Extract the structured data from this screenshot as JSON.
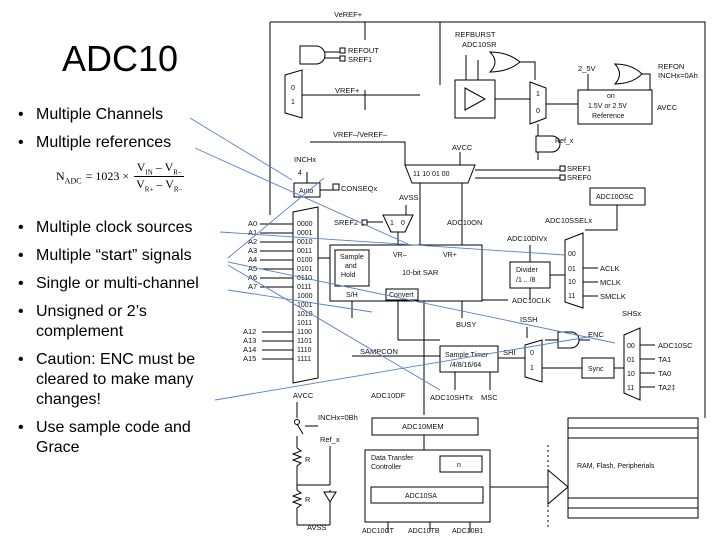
{
  "slide": {
    "title": "ADC10",
    "bullets": [
      "Multiple Channels",
      "Multiple references",
      "Multiple clock sources",
      "Multiple “start” signals",
      "Single or multi-channel",
      "Unsigned or 2’s complement",
      "Caution: ENC must be cleared to make many changes!",
      "Use sample code and Grace"
    ],
    "formula": {
      "lhs": "N",
      "lhs_sub": "ADC",
      "eq": "= 1023 ×",
      "num": "V",
      "num_sub": "IN",
      "num_mid": " – V",
      "num_sub2": "R–",
      "den": "V",
      "den_sub": "R+",
      "den_mid": " – V",
      "den_sub2": "R–"
    }
  },
  "diagram": {
    "top": {
      "veref_plus": "VeREF+",
      "refburst": "REFBURST",
      "adc10sr": "ADC10SR",
      "refout": "REFOUT",
      "sref1_top": "SREF1",
      "vref_plus": "VREF+",
      "two_5v": "2_5V",
      "refon": "REFON",
      "inchx_0ah": "INCHx=0Ah",
      "mux_0": "0",
      "mux_1": "1",
      "mux2_1": "1",
      "mux2_0": "0"
    },
    "reference": {
      "line1": "on",
      "line2": "1.5V or 2.5V",
      "line3": "Reference",
      "avcc": "AVCC"
    },
    "refmux": {
      "vref_label": "VREF–/VeREF–",
      "avcc": "AVCC",
      "codes": "11  10  01  00",
      "ref_x": "Ref_x",
      "sref1": "SREF1",
      "sref0": "SREF0"
    },
    "inputs": {
      "inchx": "INCHx",
      "four": "4",
      "auto": "Auto",
      "conseqx": "CONSEQx",
      "avss": "AVSS",
      "sref2": "SREF2",
      "sref2_1": "1",
      "sref2_0": "0",
      "pins": [
        "A0",
        "A1",
        "A2",
        "A3",
        "A4",
        "A5",
        "A6",
        "A7",
        "A12",
        "A13",
        "A14",
        "A15"
      ],
      "codes": [
        "0000",
        "0001",
        "0010",
        "0011",
        "0100",
        "0101",
        "0110",
        "0111",
        "1000",
        "1001",
        "1010",
        "1011",
        "1100",
        "1101",
        "1110",
        "1111"
      ]
    },
    "core": {
      "adc10on": "ADC10ON",
      "sample_hold_1": "Sample",
      "sample_hold_2": "and",
      "sample_hold_3": "Hold",
      "vr_minus": "VR–",
      "vr_plus": "VR+",
      "sar": "10-bit SAR",
      "sh": "S/H",
      "convert": "Convert",
      "busy": "BUSY",
      "sampcon": "SAMPCON",
      "adc10df": "ADC10DF",
      "adc10mem": "ADC10MEM"
    },
    "clock": {
      "adc10osc": "ADC10OSC",
      "adc10sselx": "ADC10SSELx",
      "adc10divx": "ADC10DIVx",
      "divider_1": "Divider",
      "divider_2": "/1 .. /8",
      "adc10clk": "ADC10CLK",
      "codes": [
        "00",
        "01",
        "10",
        "11"
      ],
      "sources": [
        "ACLK",
        "MCLK",
        "SMCLK"
      ]
    },
    "timer": {
      "issh": "ISSH",
      "enc": "ENC",
      "shi": "SHI",
      "sample_timer_1": "Sample Timer",
      "sample_timer_2": "/4/8/16/64",
      "adc10shtx": "ADC10SHTx",
      "msc": "MSC",
      "mux_0": "0",
      "mux_1": "1",
      "sync": "Sync",
      "shsx": "SHSx",
      "sh_codes": [
        "00",
        "01",
        "10",
        "11"
      ],
      "sh_sources": [
        "ADC10SC",
        "TA1",
        "TA0",
        "TA2‡"
      ]
    },
    "sensor": {
      "avcc": "AVCC",
      "inchx_0bh": "INCHx=0Bh",
      "r1": "R",
      "r2": "R",
      "ref_x": "Ref_x",
      "avss": "AVSS"
    },
    "dtc": {
      "title_1": "Data Transfer",
      "title_2": "Controller",
      "n": "n",
      "adc10sa": "ADC10SA",
      "regs": [
        "ADC10CT",
        "ADC10TB",
        "ADC10B1"
      ],
      "ram": "RAM, Flash, Peripherials"
    }
  }
}
